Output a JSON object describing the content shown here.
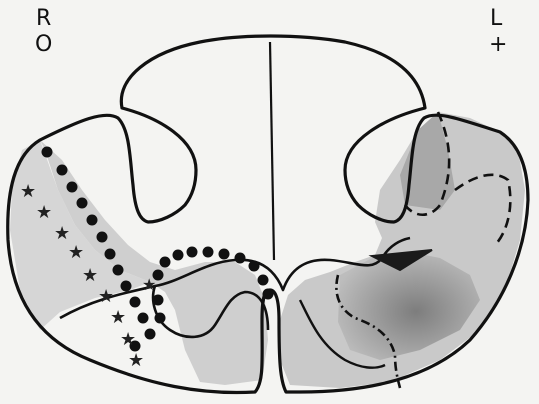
{
  "labels": {
    "right_side": "R",
    "right_sign": "O",
    "left_side": "L",
    "left_sign": "+"
  },
  "colors": {
    "outline": "#111111",
    "shading_light": "#cfcfcf",
    "shading_dark": "#8a8a8a",
    "background": "#f4f4f2"
  }
}
